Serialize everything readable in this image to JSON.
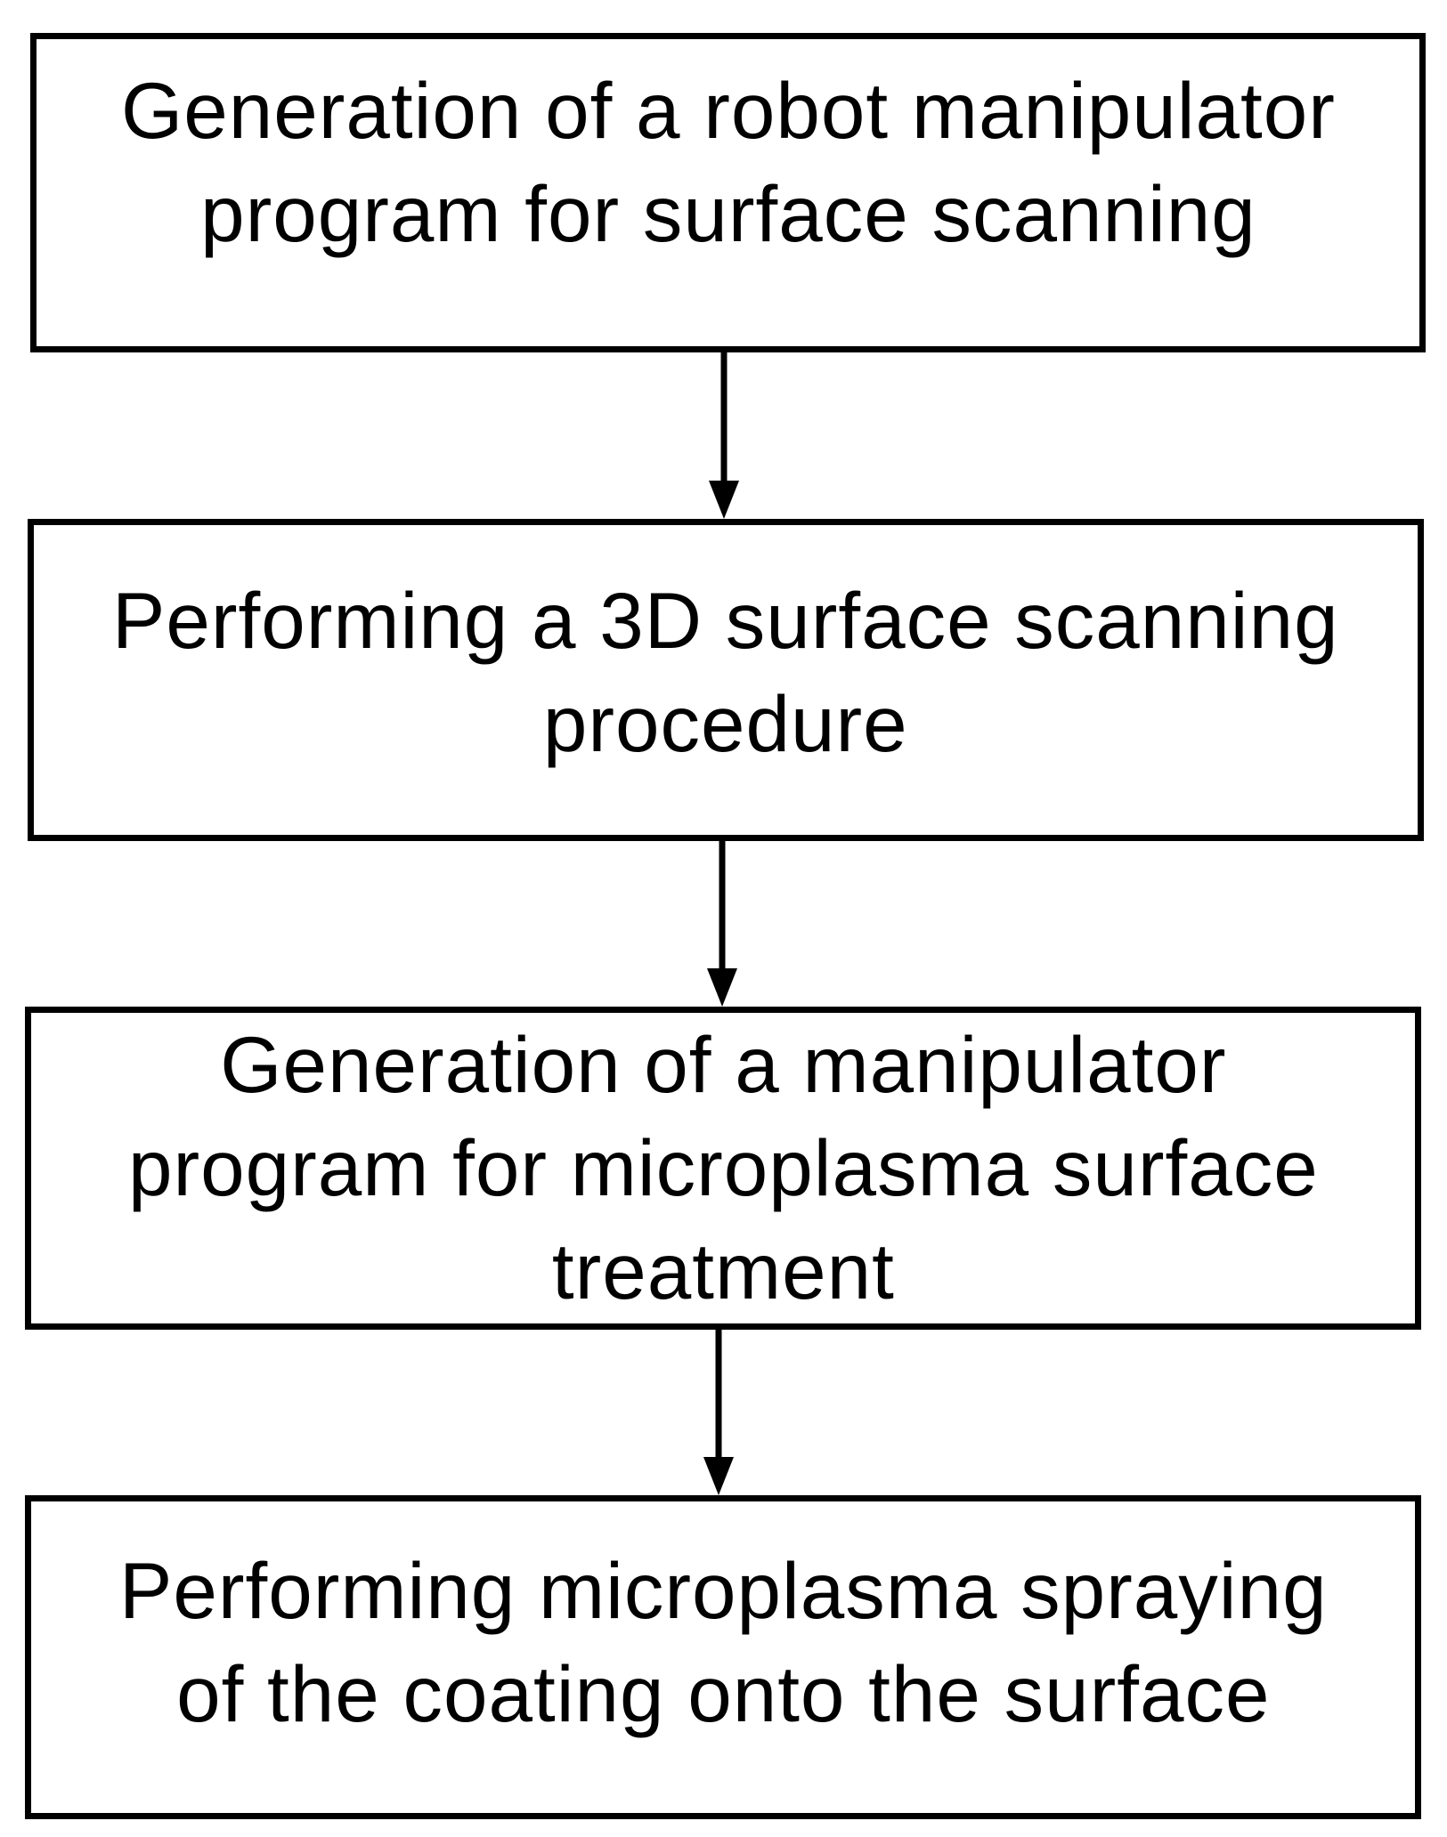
{
  "steps": [
    {
      "lines": [
        "Generation of a robot manipulator",
        "program for surface scanning"
      ]
    },
    {
      "lines": [
        "Performing a 3D surface scanning",
        "procedure"
      ]
    },
    {
      "lines": [
        "Generation of a manipulator",
        "program for microplasma surface",
        "treatment"
      ]
    },
    {
      "lines": [
        "Performing microplasma spraying",
        "of the coating onto the surface"
      ]
    }
  ]
}
